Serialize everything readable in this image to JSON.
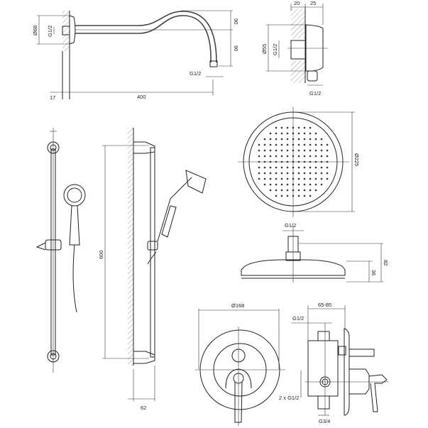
{
  "shower_arm": {
    "dia_flange": "Ø68",
    "thread_wall": "G1/2",
    "height_upper": "90",
    "height_lower": "90",
    "wall_offset": "17",
    "length": "400",
    "thread_outlet": "G1/2"
  },
  "wall_outlet": {
    "depth_wall": "20",
    "depth_body": "25",
    "dia": "Ø55",
    "thread_inner": "G1/2",
    "thread_bottom": "G1/2"
  },
  "slide_rail": {
    "length": "600",
    "projection": "62"
  },
  "shower_head": {
    "dia": "Ø225",
    "thread": "G1/2",
    "height_total": "82",
    "height_head": "36"
  },
  "mixer": {
    "dia_plate": "Ø168",
    "install_depth": "65-85",
    "thread_top": "G1/2",
    "thread_sides": "2 x G1/2",
    "thread_bottom": "G3/4"
  }
}
